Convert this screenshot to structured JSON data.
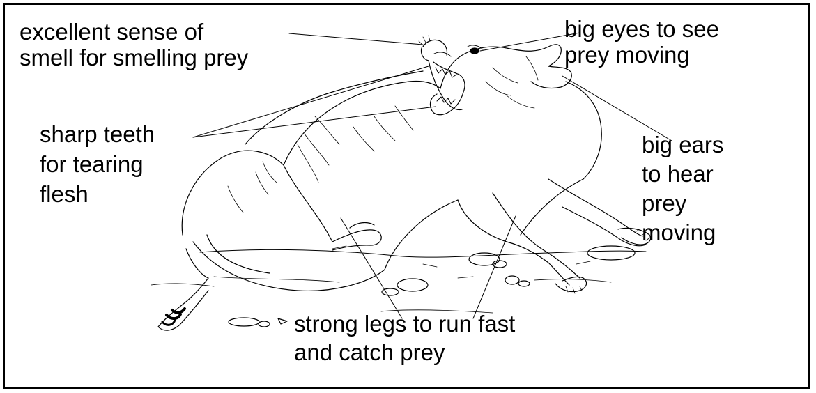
{
  "diagram": {
    "labels": {
      "smell": [
        "excellent sense of",
        "smell for smelling prey"
      ],
      "eyes": [
        "big eyes to see",
        "prey moving"
      ],
      "teeth": [
        "sharp teeth",
        "for tearing",
        "flesh"
      ],
      "ears": [
        "big ears",
        "to hear",
        "prey",
        "moving"
      ],
      "legs": [
        "strong legs to run fast",
        "and catch prey"
      ]
    },
    "colors": {
      "ink": "#000000",
      "background": "#ffffff",
      "border": "#000000"
    }
  }
}
